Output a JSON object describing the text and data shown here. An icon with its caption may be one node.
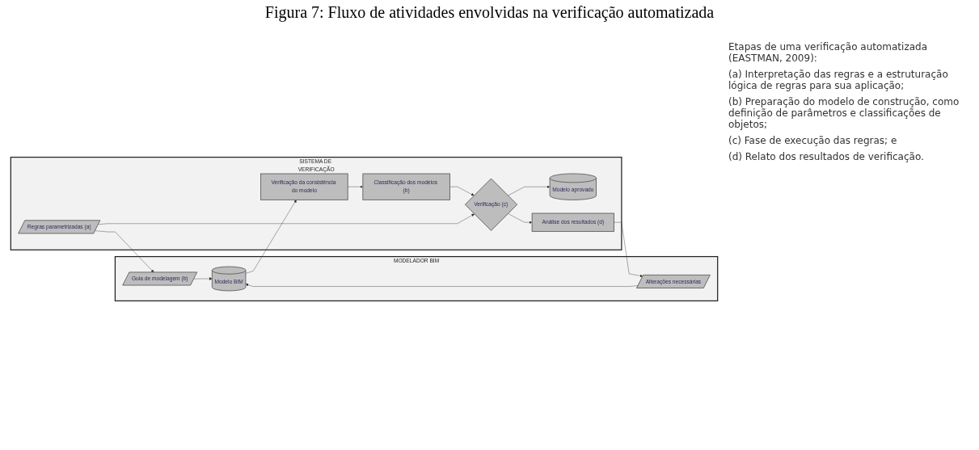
{
  "diagram": {
    "title": "Figura 7: Fluxo de atividades envolvidas na verificação automatizada",
    "nodes": [
      {
        "text": [
          "MODELADOR BIM"
        ]
      },
      {
        "text": [
          "Guia de modelagem (b)"
        ],
        "in": 0
      },
      {
        "text": [
          "Alterações necessárias"
        ],
        "in": 0
      },
      {
        "text": [
          "Modelo BIM"
        ],
        "in": 0
      },
      {
        "text": [
          "SISTEMA DE VERIFICAÇÃO"
        ]
      },
      {
        "text": [
          "Regras parametrizadas (a)"
        ],
        "in": 4
      },
      {
        "text": [
          "Verificação da consistência do modelo"
        ],
        "in": 4
      },
      {
        "text": [
          "Classificação dos modelos (b)"
        ],
        "in": 4
      },
      {
        "text": [
          "Verificação (c)"
        ],
        "in": 4
      },
      {
        "text": [
          "Modelo aprovado"
        ],
        "in": 4
      },
      {
        "text": [
          "Análise dos resultados (d)"
        ],
        "in": 4
      }
    ],
    "edges": [
      {
        "from": 5,
        "to": 1,
        "arrow": "to"
      },
      {
        "from": 1,
        "to": 3,
        "arrow": "to"
      },
      {
        "from": 2,
        "to": 3,
        "arrow": "to"
      },
      {
        "from": 3,
        "to": 6,
        "arrow": "to"
      },
      {
        "from": 6,
        "to": 7,
        "arrow": "to"
      },
      {
        "from": 7,
        "to": 8,
        "arrow": "to"
      },
      {
        "from": 5,
        "to": 8,
        "arrow": "to"
      },
      {
        "from": 8,
        "to": 9,
        "arrow": "to"
      },
      {
        "from": 8,
        "to": 10,
        "arrow": "to"
      },
      {
        "from": 10,
        "to": 2,
        "arrow": "to"
      }
    ],
    "labels": [
      "Etapas de uma verificação automatizada (EASTMAN, 2009):",
      "(a) Interpretação das regras e a estruturação lógica de regras para sua aplicação;",
      "(b) Preparação do modelo de construção, como definição de parâmetros e classificações de objetos;",
      "(c) Fase de execução das regras; e",
      "(d) Relato dos resultados de verificação."
    ]
  }
}
